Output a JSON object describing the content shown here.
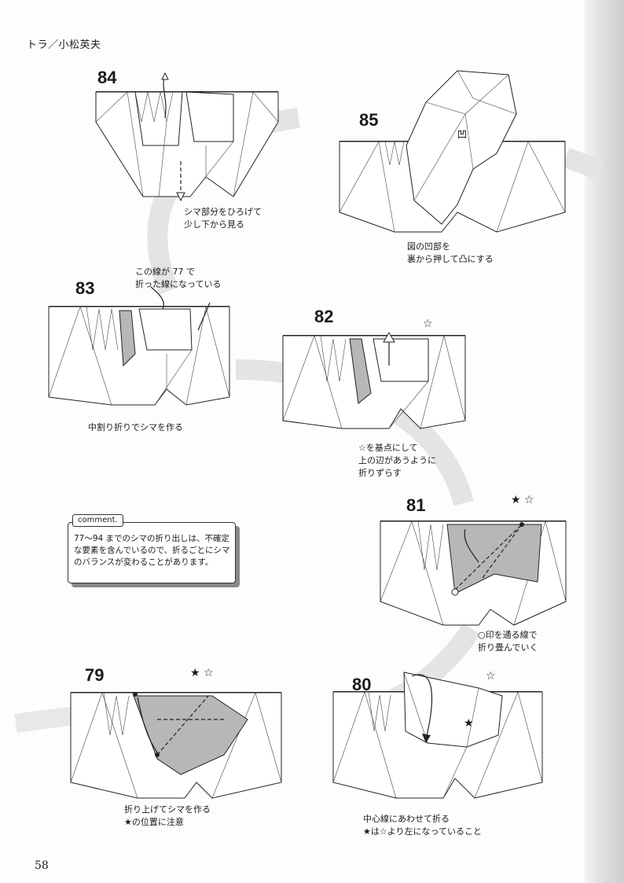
{
  "header": {
    "running_head": "トラ／小松英夫"
  },
  "footer": {
    "page_number": "58"
  },
  "steps": {
    "s84": {
      "number": "84",
      "caption": "シマ部分をひろげて\n少し下から見る"
    },
    "s85": {
      "number": "85",
      "caption": "図の凹部を\n裏から押して凸にする",
      "mark": "凹"
    },
    "s83": {
      "number": "83",
      "note": "この線が 77 で\n折った線になっている",
      "caption": "中割り折りでシマを作る"
    },
    "s82": {
      "number": "82",
      "caption": "☆を基点にして\n上の辺があうように\n折りずらす",
      "mark": "☆"
    },
    "s81": {
      "number": "81",
      "caption": "○印を通る線で\n折り畳んでいく",
      "marks": "★ ☆"
    },
    "s79": {
      "number": "79",
      "caption": "折り上げてシマを作る\n★の位置に注意",
      "marks": "★ ☆"
    },
    "s80": {
      "number": "80",
      "caption": "中心線にあわせて折る\n★は☆より左になっていること",
      "mark_star_outline": "☆",
      "mark_star_solid": "★"
    }
  },
  "comment": {
    "label": "comment.",
    "text": "77～94 までのシマの折り出しは、不確定な要素を含んでいるので、折るごとにシマのバランスが変わることがあります。"
  }
}
